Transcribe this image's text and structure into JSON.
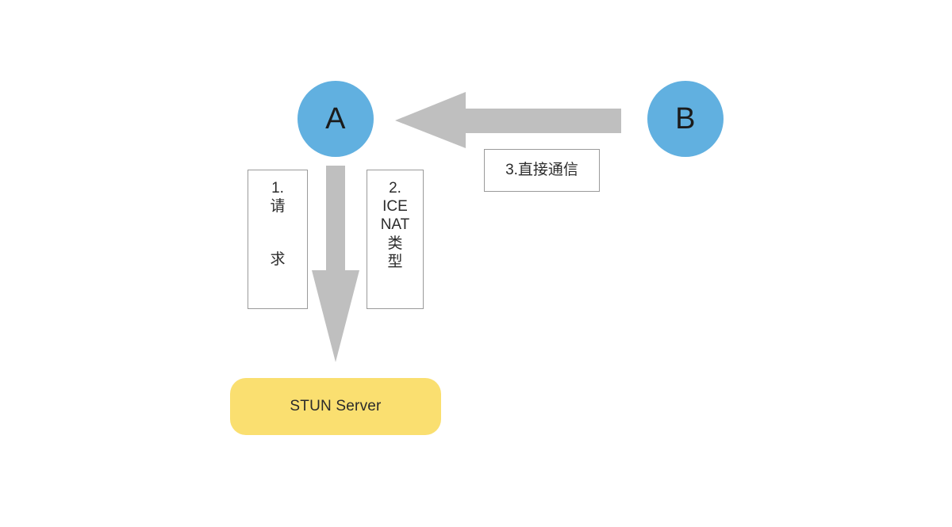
{
  "diagram": {
    "title": "WebRTC ICE / STUN NAT traversal flow",
    "background_color": "#ffffff",
    "colors": {
      "peer_blue": "#61b0e0",
      "server_yellow": "#fadf70",
      "arrow_gray": "#bfbfbf",
      "box_border": "#9a9a9a",
      "text_dark": "#2b2b2b"
    },
    "nodes": [
      {
        "id": "peer-a",
        "label": "A",
        "shape": "circle",
        "color": "#61b0e0"
      },
      {
        "id": "peer-b",
        "label": "B",
        "shape": "circle",
        "color": "#61b0e0"
      },
      {
        "id": "stun-server",
        "label": "STUN Server",
        "shape": "rounded-rect",
        "color": "#fadf70"
      }
    ],
    "arrows": [
      {
        "id": "b-to-a",
        "from": "peer-b",
        "to": "peer-a",
        "direction": "left",
        "color": "#bfbfbf"
      },
      {
        "id": "a-to-stun",
        "from": "peer-a",
        "to": "stun-server",
        "direction": "down",
        "color": "#bfbfbf"
      }
    ],
    "annotations": [
      {
        "id": "annot-request",
        "step": "1.",
        "orientation": "vertical",
        "lines": [
          "1.",
          "请",
          "求"
        ]
      },
      {
        "id": "annot-ice",
        "step": "2.",
        "orientation": "vertical",
        "lines": [
          "2.",
          "ICE",
          "NAT",
          "类",
          "型"
        ]
      },
      {
        "id": "annot-direct",
        "step": "3.",
        "orientation": "horizontal",
        "lines": [
          "3.直接通信"
        ]
      }
    ]
  }
}
